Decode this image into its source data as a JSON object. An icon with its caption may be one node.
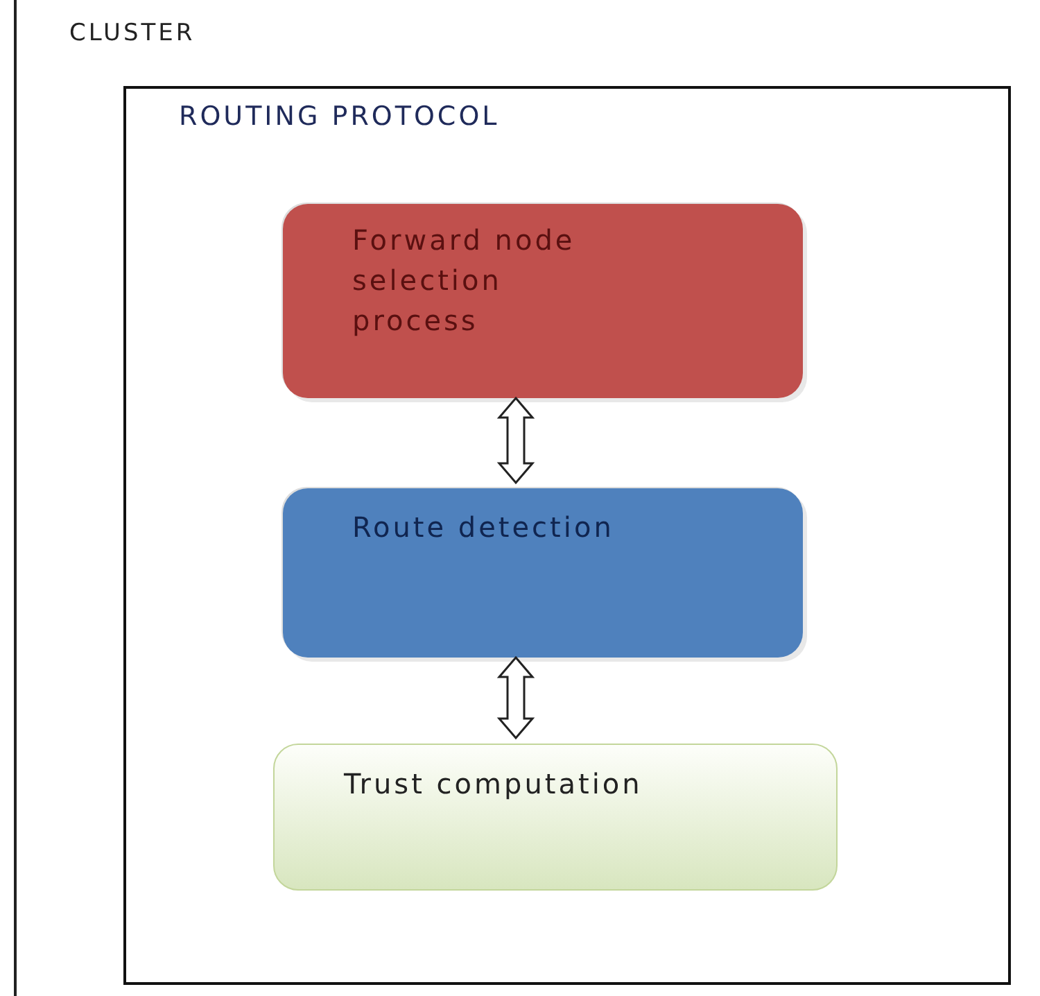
{
  "diagram": {
    "nodes": [
      {
        "text": [
          "CLUSTER"
        ]
      },
      {
        "text": [
          "ROUTING PROTOCOL"
        ],
        "in": 0
      },
      {
        "text": [
          "Forward node selection process"
        ],
        "in": 1
      },
      {
        "text": [
          "Route detection"
        ],
        "in": 1
      },
      {
        "text": [
          "Trust computation"
        ],
        "in": 1
      }
    ],
    "edges": [
      {
        "from": 2,
        "to": 3,
        "arrow": "both"
      },
      {
        "from": 3,
        "to": 4,
        "arrow": "both"
      }
    ]
  }
}
